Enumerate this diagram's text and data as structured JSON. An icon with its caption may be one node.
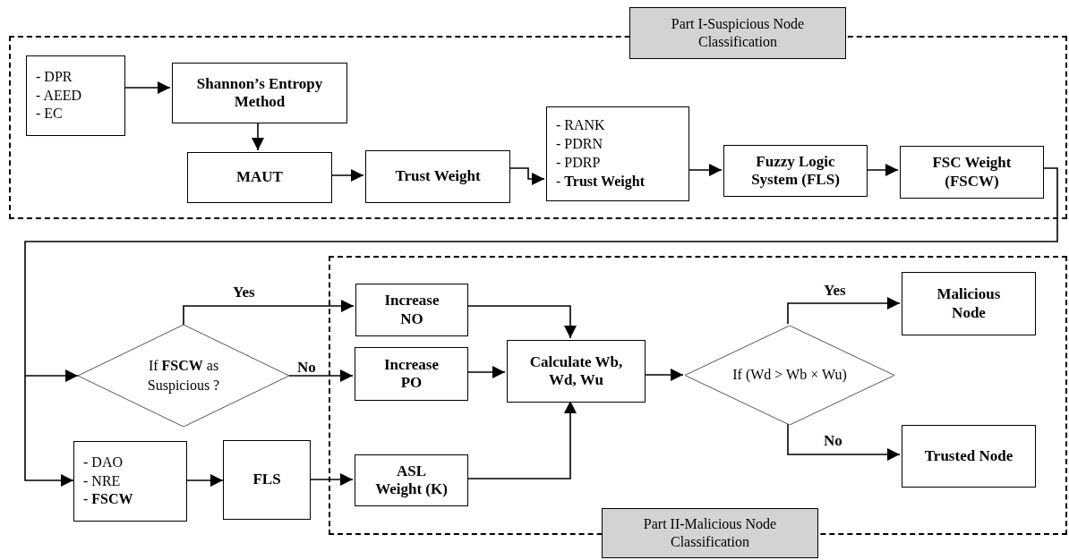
{
  "diagram": {
    "nodes": [
      {
        "text": [
          "Part I-Suspicious Node Classification"
        ]
      },
      {
        "text": [],
        "shape": "box"
      },
      {
        "text": [
          "- DPR",
          "- AEED",
          "- EC"
        ],
        "in": 1
      },
      {
        "text": [
          "Shannon’s Entropy Method"
        ],
        "in": 1
      },
      {
        "text": [
          "MAUT"
        ],
        "in": 1
      },
      {
        "text": [
          "Trust Weight"
        ],
        "in": 1
      },
      {
        "text": [
          "- RANK",
          "- PDRN",
          "- PDRP",
          "- **Trust Weight**"
        ],
        "in": 1
      },
      {
        "text": [
          "Fuzzy Logic System (FLS)"
        ],
        "in": 1
      },
      {
        "text": [
          "FSC Weight (FSCW)"
        ],
        "in": 1
      },
      {
        "text": [
          "If **FSCW** as Suspicious ?"
        ]
      },
      {
        "text": [],
        "shape": "box"
      },
      {
        "text": [
          "Increase NO"
        ],
        "in": 10
      },
      {
        "text": [
          "Increase PO"
        ],
        "in": 10
      },
      {
        "text": [
          "Calculate Wb, Wd, Wu"
        ],
        "in": 10
      },
      {
        "text": [
          "If (Wd > Wb × Wu)"
        ],
        "in": 10
      },
      {
        "text": [
          "Malicious Node"
        ],
        "in": 10
      },
      {
        "text": [
          "Trusted Node"
        ],
        "in": 10
      },
      {
        "text": [
          "ASL Weight (K)"
        ],
        "in": 10
      },
      {
        "text": [
          "- DAO",
          "- NRE",
          "- **FSCW**"
        ]
      },
      {
        "text": [
          "FLS"
        ]
      },
      {
        "text": [
          "Part II-Malicious Node Classification"
        ]
      }
    ],
    "edges": [
      {
        "from": 2,
        "to": 3,
        "arrow": "to"
      },
      {
        "from": 3,
        "to": 4,
        "arrow": "to"
      },
      {
        "from": 4,
        "to": 5,
        "arrow": "to"
      },
      {
        "from": 5,
        "to": 6,
        "arrow": "to"
      },
      {
        "from": 6,
        "to": 7,
        "arrow": "to"
      },
      {
        "from": 7,
        "to": 8,
        "arrow": "to"
      },
      {
        "from": 8,
        "to": 9,
        "arrow": "to"
      },
      {
        "from": 8,
        "to": 18,
        "arrow": "to"
      },
      {
        "from": 9,
        "to": 11,
        "arrow": "to",
        "label": "Yes"
      },
      {
        "from": 9,
        "to": 12,
        "arrow": "to",
        "label": "No"
      },
      {
        "from": 11,
        "to": 13,
        "arrow": "to"
      },
      {
        "from": 12,
        "to": 13,
        "arrow": "to"
      },
      {
        "from": 17,
        "to": 13,
        "arrow": "to"
      },
      {
        "from": 13,
        "to": 14,
        "arrow": "to"
      },
      {
        "from": 14,
        "to": 15,
        "arrow": "to",
        "label": "Yes"
      },
      {
        "from": 14,
        "to": 16,
        "arrow": "to",
        "label": "No"
      },
      {
        "from": 18,
        "to": 19,
        "arrow": "to"
      },
      {
        "from": 19,
        "to": 17,
        "arrow": "to"
      }
    ]
  }
}
